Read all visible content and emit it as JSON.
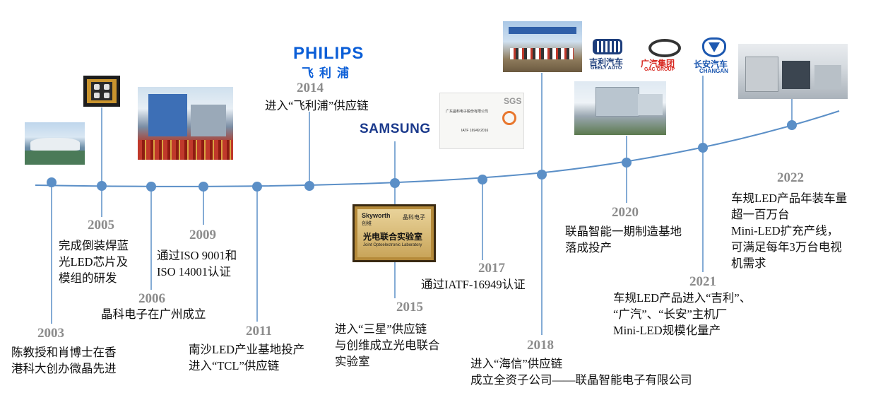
{
  "colors": {
    "line": "#5b8fc7",
    "dot": "#5b8fc7",
    "year": "#8c8c8c",
    "text": "#111111"
  },
  "milestones": [
    {
      "year": "2003",
      "text": "陈教授和肖博士在香\n港科大创办微晶先进"
    },
    {
      "year": "2005",
      "text": "完成倒装焊蓝\n光LED芯片及\n模组的研发"
    },
    {
      "year": "2006",
      "text": "晶科电子在广州成立"
    },
    {
      "year": "2009",
      "text": "通过ISO 9001和\nISO 14001认证"
    },
    {
      "year": "2011",
      "text": "南沙LED产业基地投产\n进入“TCL”供应链"
    },
    {
      "year": "2014",
      "text": "进入“飞利浦”供应链"
    },
    {
      "year": "2015",
      "text": "进入“三星”供应链\n与创维成立光电联合\n实验室"
    },
    {
      "year": "2017",
      "text": "通过IATF-16949认证"
    },
    {
      "year": "2018",
      "text": "进入“海信”供应链\n成立全资子公司——联晶智能电子有限公司"
    },
    {
      "year": "2020",
      "text": "联晶智能一期制造基地\n落成投产"
    },
    {
      "year": "2021",
      "text": "车规LED产品进入“吉利”、\n“广汽”、“长安”主机厂\nMini-LED规模化量产"
    },
    {
      "year": "2022",
      "text": "车规LED产品年装车量\n超一百万台\nMini-LED扩充产线，\n可满足每年3万台电视\n机需求"
    }
  ],
  "logos": {
    "philips": "PHILIPS",
    "philips_cn": "飞利浦",
    "samsung": "SAMSUNG",
    "skyworth": "Skyworth",
    "skyworth_cn": "创维",
    "jingke_small": "晶科电子",
    "lab_title": "光电联合实验室",
    "lab_en": "Joint Optoelectronic Laboratory",
    "sgs": "SGS",
    "cert_company": "广东晶科电子股份有限公司",
    "cert_std": "IATF 16949:2016",
    "geely_cn": "吉利汽车",
    "geely_en": "GEELY AUTO",
    "gac_cn": "广汽集团",
    "gac_en": "GAC GROUP",
    "changan_cn": "长安汽车",
    "changan_en": "CHANGAN"
  }
}
